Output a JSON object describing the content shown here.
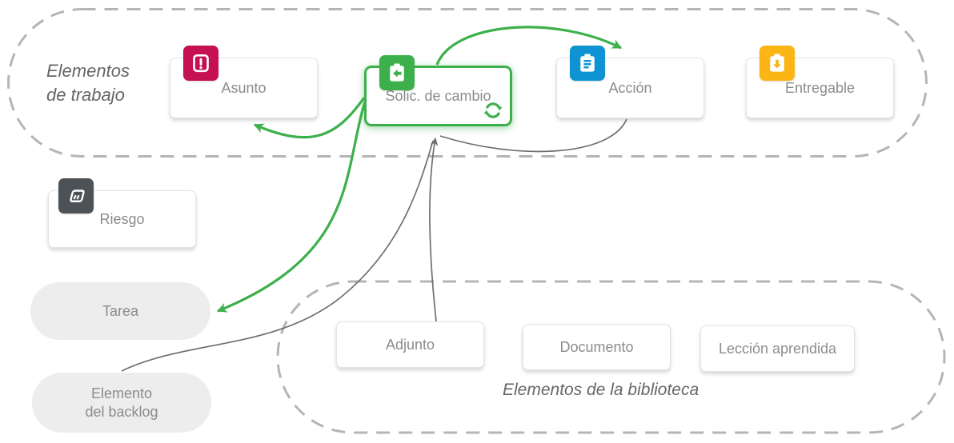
{
  "colors": {
    "green": "#3db04b",
    "crimson": "#c51052",
    "blue": "#0e94d2",
    "amber": "#fbb615",
    "dark_gray": "#4d5257",
    "dash_gray": "#b5b5b5",
    "arrow_gray": "#6f6f6f",
    "label_gray": "#8c8c8c",
    "group_label_gray": "#666666"
  },
  "groups": {
    "work_items": {
      "label_line1": "Elementos",
      "label_line2": "de trabajo"
    },
    "library_items": {
      "label": "Elementos de la biblioteca"
    }
  },
  "nodes": {
    "asunto": {
      "label": "Asunto",
      "icon": "issue-icon",
      "icon_color": "#c51052"
    },
    "solic_de_cambio": {
      "label": "Solic. de cambio",
      "icon": "change-request-icon",
      "icon_color": "#3db04b",
      "selected": true,
      "corner_icon": "sync-icon"
    },
    "accion": {
      "label": "Acción",
      "icon": "action-icon",
      "icon_color": "#0e94d2"
    },
    "entregable": {
      "label": "Entregable",
      "icon": "deliverable-icon",
      "icon_color": "#fbb615"
    },
    "riesgo": {
      "label": "Riesgo",
      "icon": "risk-icon",
      "icon_color": "#4d5257"
    },
    "tarea": {
      "label": "Tarea"
    },
    "elemento_del_backlog": {
      "label_line1": "Elemento",
      "label_line2": "del backlog"
    },
    "adjunto": {
      "label": "Adjunto"
    },
    "documento": {
      "label": "Documento"
    },
    "leccion_aprendida": {
      "label": "Lección aprendida"
    }
  },
  "edges": [
    {
      "from": "solic_de_cambio",
      "to": "asunto",
      "color": "green"
    },
    {
      "from": "solic_de_cambio",
      "to": "accion",
      "color": "green"
    },
    {
      "from": "solic_de_cambio",
      "to": "tarea",
      "color": "green"
    },
    {
      "from": "accion",
      "to": "solic_de_cambio",
      "color": "gray"
    },
    {
      "from": "adjunto",
      "to": "solic_de_cambio",
      "color": "gray"
    },
    {
      "from": "elemento_del_backlog",
      "to": "solic_de_cambio",
      "color": "gray"
    }
  ]
}
